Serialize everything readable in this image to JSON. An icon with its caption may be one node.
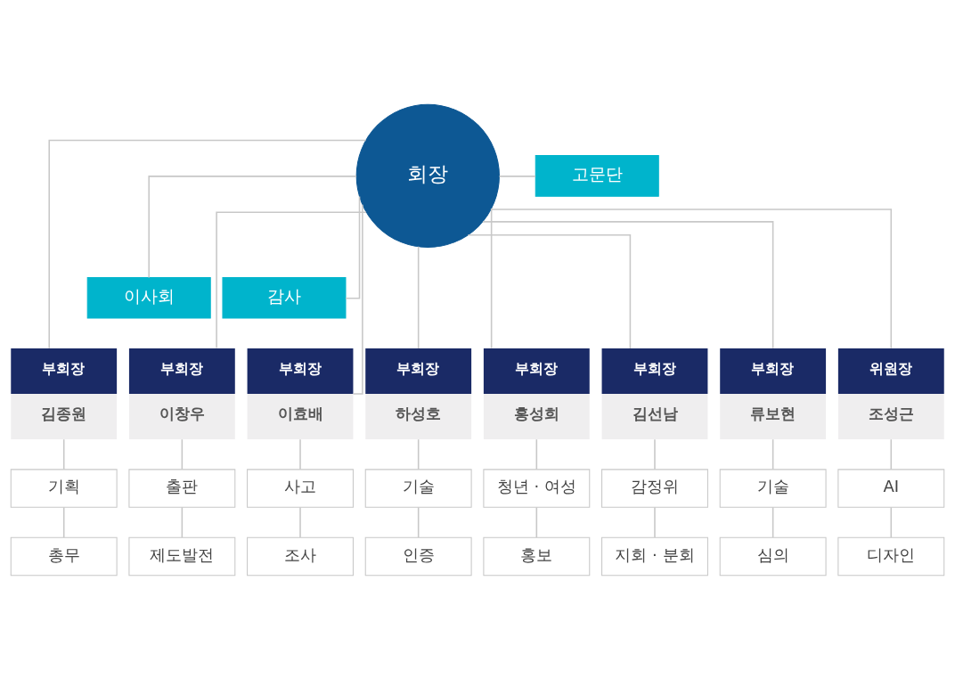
{
  "diagram": {
    "nodes": [
      {
        "text": [
          "회장"
        ]
      },
      {
        "text": [
          "고문단"
        ]
      },
      {
        "text": [
          "이사회"
        ]
      },
      {
        "text": [
          "감사"
        ]
      },
      {
        "text": [
          "부회장",
          "김종원"
        ]
      },
      {
        "text": [
          "부회장",
          "이창우"
        ]
      },
      {
        "text": [
          "부회장",
          "이효배"
        ]
      },
      {
        "text": [
          "부회장",
          "하성호"
        ]
      },
      {
        "text": [
          "부회장",
          "홍성희"
        ]
      },
      {
        "text": [
          "부회장",
          "김선남"
        ]
      },
      {
        "text": [
          "부회장",
          "류보현"
        ]
      },
      {
        "text": [
          "위원장",
          "조성근"
        ]
      },
      {
        "text": [
          "기획"
        ]
      },
      {
        "text": [
          "출판"
        ]
      },
      {
        "text": [
          "사고"
        ]
      },
      {
        "text": [
          "기술"
        ]
      },
      {
        "text": [
          "청년 · 여성"
        ]
      },
      {
        "text": [
          "감정위"
        ]
      },
      {
        "text": [
          "기술"
        ]
      },
      {
        "text": [
          "AI"
        ]
      },
      {
        "text": [
          "총무"
        ]
      },
      {
        "text": [
          "제도발전"
        ]
      },
      {
        "text": [
          "조사"
        ]
      },
      {
        "text": [
          "인증"
        ]
      },
      {
        "text": [
          "홍보"
        ]
      },
      {
        "text": [
          "지회 · 분회"
        ]
      },
      {
        "text": [
          "심의"
        ]
      },
      {
        "text": [
          "디자인"
        ]
      }
    ],
    "edges": [
      {
        "from": 0,
        "to": 1,
        "arrow": "none"
      },
      {
        "from": 0,
        "to": 2,
        "arrow": "none"
      },
      {
        "from": 0,
        "to": 3,
        "arrow": "none"
      },
      {
        "from": 0,
        "to": 4,
        "arrow": "none"
      },
      {
        "from": 0,
        "to": 5,
        "arrow": "none"
      },
      {
        "from": 0,
        "to": 6,
        "arrow": "none"
      },
      {
        "from": 0,
        "to": 7,
        "arrow": "none"
      },
      {
        "from": 0,
        "to": 8,
        "arrow": "none"
      },
      {
        "from": 0,
        "to": 9,
        "arrow": "none"
      },
      {
        "from": 0,
        "to": 10,
        "arrow": "none"
      },
      {
        "from": 0,
        "to": 11,
        "arrow": "none"
      },
      {
        "from": 4,
        "to": 12,
        "arrow": "none"
      },
      {
        "from": 5,
        "to": 13,
        "arrow": "none"
      },
      {
        "from": 6,
        "to": 14,
        "arrow": "none"
      },
      {
        "from": 7,
        "to": 15,
        "arrow": "none"
      },
      {
        "from": 8,
        "to": 16,
        "arrow": "none"
      },
      {
        "from": 9,
        "to": 17,
        "arrow": "none"
      },
      {
        "from": 10,
        "to": 18,
        "arrow": "none"
      },
      {
        "from": 11,
        "to": 19,
        "arrow": "none"
      },
      {
        "from": 12,
        "to": 20,
        "arrow": "none"
      },
      {
        "from": 13,
        "to": 21,
        "arrow": "none"
      },
      {
        "from": 14,
        "to": 22,
        "arrow": "none"
      },
      {
        "from": 15,
        "to": 23,
        "arrow": "none"
      },
      {
        "from": 16,
        "to": 24,
        "arrow": "none"
      },
      {
        "from": 17,
        "to": 25,
        "arrow": "none"
      },
      {
        "from": 18,
        "to": 26,
        "arrow": "none"
      },
      {
        "from": 19,
        "to": 27,
        "arrow": "none"
      }
    ]
  }
}
